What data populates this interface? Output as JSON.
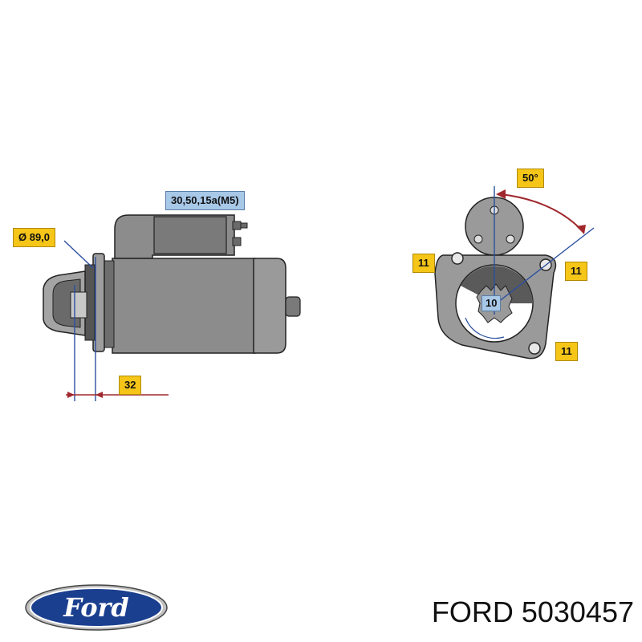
{
  "labels": {
    "terminals": "30,50,15a(M5)",
    "flange_diameter": "Ø 89,0",
    "pinion_offset": "32",
    "rotation_angle": "50°",
    "bolt_top_left": "11",
    "bolt_top_right": "11",
    "bolt_bottom_right": "11",
    "pinion_teeth": "10"
  },
  "colors": {
    "body_gray": "#8c8c8c",
    "dark_gray": "#5a5a5a",
    "light_gray": "#b4b4b4",
    "dimension_line": "#2b4fa0",
    "arrow_red": "#a0282d",
    "label_yellow": "#f5c518",
    "label_blue": "#a8c8e8",
    "ford_blue": "#1b3f8f"
  },
  "caption": {
    "brand": "FORD",
    "part_number": "5030457"
  },
  "logo": {
    "text": "Ford"
  }
}
